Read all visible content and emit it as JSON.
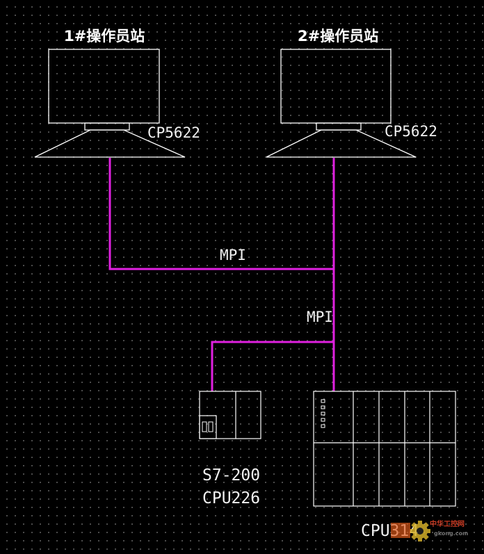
{
  "stations": [
    {
      "title": "1#操作员站",
      "card": "CP5622"
    },
    {
      "title": "2#操作员站",
      "card": "CP5622"
    }
  ],
  "network": {
    "label_top": "MPI",
    "label_mid": "MPI",
    "color": "#e020e0"
  },
  "s7_200": {
    "line1": "S7-200",
    "line2": "CPU226"
  },
  "s7_300": {
    "label": "CPU314"
  },
  "watermark": {
    "line1": "中华工控网",
    "line2": "gkong.com"
  }
}
